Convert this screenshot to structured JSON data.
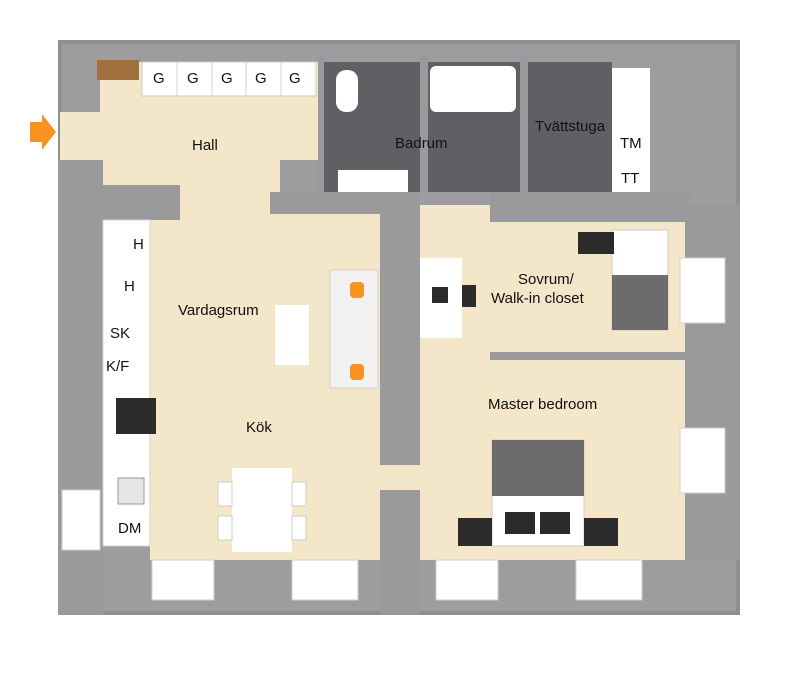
{
  "colors": {
    "wall": "#8f8f91",
    "wall_top": "#a4a4a6",
    "floor": "#f3e6c9",
    "tile": "#5f6064",
    "white": "#ffffff",
    "accent": "#f7931e",
    "furniture_dark": "#2b2b2b"
  },
  "entrance_icon": "arrow-right-icon",
  "rooms": {
    "hall": "Hall",
    "badrum": "Badrum",
    "tvattstuga": "Tvättstuga",
    "vardagsrum": "Vardagsrum",
    "kok": "Kök",
    "sovrum_line1": "Sovrum/",
    "sovrum_line2": "Walk-in closet",
    "master": "Master bedroom"
  },
  "fixtures": {
    "wardrobes": [
      "G",
      "G",
      "G",
      "G",
      "G"
    ],
    "tm": "TM",
    "tt": "TT",
    "h1": "H",
    "h2": "H",
    "sk": "SK",
    "kf": "K/F",
    "dm": "DM"
  }
}
